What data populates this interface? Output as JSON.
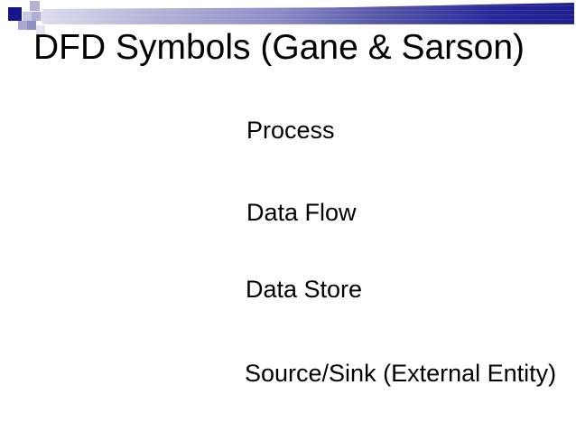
{
  "slide": {
    "title": "DFD Symbols (Gane & Sarson)",
    "labels": [
      {
        "text": "Process"
      },
      {
        "text": "Data Flow"
      },
      {
        "text": "Data Store"
      },
      {
        "text": "Source/Sink (External Entity)"
      }
    ],
    "decoration": "corner-pixel-squares",
    "colors": {
      "accent_dark": "#16168c",
      "bar_gradient_start": "#dcdcee",
      "bar_gradient_mid": "#8a8ac6",
      "bar_gradient_end": "#1e1e8e",
      "text": "#000000",
      "background": "#ffffff"
    }
  }
}
